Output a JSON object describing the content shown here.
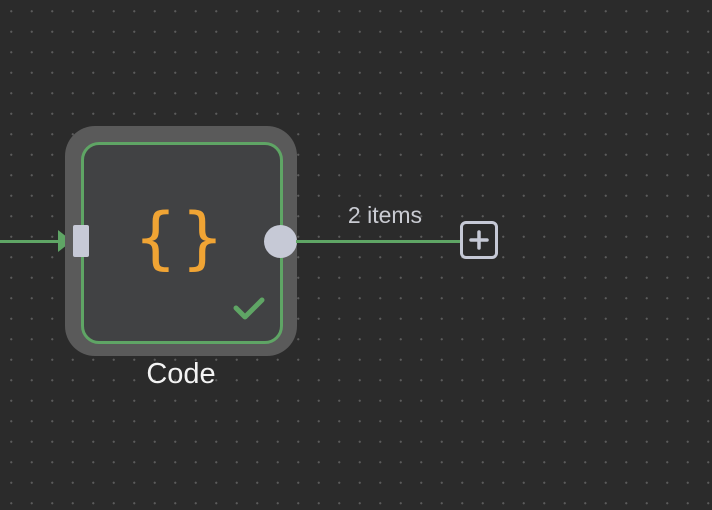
{
  "node": {
    "label": "Code",
    "icon_glyph": "{}",
    "icon_name": "code-braces-icon",
    "status": "success",
    "status_icon": "check-icon"
  },
  "output_edge": {
    "label": "2 items"
  },
  "add_button": {
    "icon_name": "plus-icon"
  },
  "colors": {
    "canvas_bg": "#2b2b2b",
    "canvas_dot": "#5c5c5c",
    "node_bg": "#414244",
    "node_selection": "#5a5a5a",
    "success_green": "#5fa565",
    "icon_orange": "#f0a434",
    "handle": "#c6c9d6",
    "label_text": "#f3f3f3",
    "edge_label_text": "#c9cbd2"
  }
}
